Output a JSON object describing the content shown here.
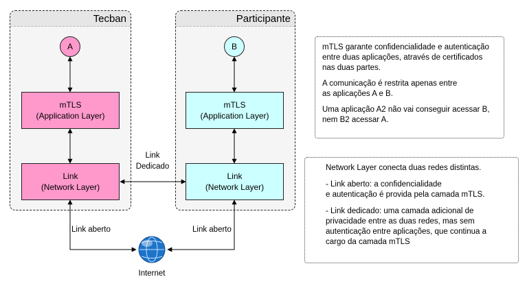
{
  "zones": {
    "left_title": "Tecban",
    "right_title": "Participante"
  },
  "nodes": {
    "a": "A",
    "b": "B"
  },
  "boxes": {
    "left_app_line1": "mTLS",
    "left_app_line2": "(Application Layer)",
    "left_net_line1": "Link",
    "left_net_line2": "(Network Layer)",
    "right_app_line1": "mTLS",
    "right_app_line2": "(Application Layer)",
    "right_net_line1": "Link",
    "right_net_line2": "(Network Layer)"
  },
  "links": {
    "dedicated_line1": "Link",
    "dedicated_line2": "Dedicado",
    "open_left": "Link aberto",
    "open_right": "Link aberto",
    "internet": "Internet"
  },
  "notes": {
    "top": [
      "mTLS garante confidencialidade e autenticação",
      "entre duas aplicações, através de certificados",
      "nas duas partes.",
      "",
      "A comunicação é restrita apenas entre",
      "as aplicações A e B.",
      "",
      "Uma aplicação A2 não vai conseguir acessar B,",
      "nem B2 acessar A."
    ],
    "bottom": [
      "Network Layer conecta duas redes distintas.",
      "",
      "- Link aberto: a confidencialidade",
      "e autenticação é provida pela camada mTLS.",
      "",
      "- Link dedicado: uma camada adicional de",
      "privacidade entre as duas redes, mas sem",
      "autenticação entre aplicações, que continua a",
      "cargo da camada mTLS"
    ]
  },
  "colors": {
    "pink": "#ff99cc",
    "cyan": "#ccffff"
  }
}
